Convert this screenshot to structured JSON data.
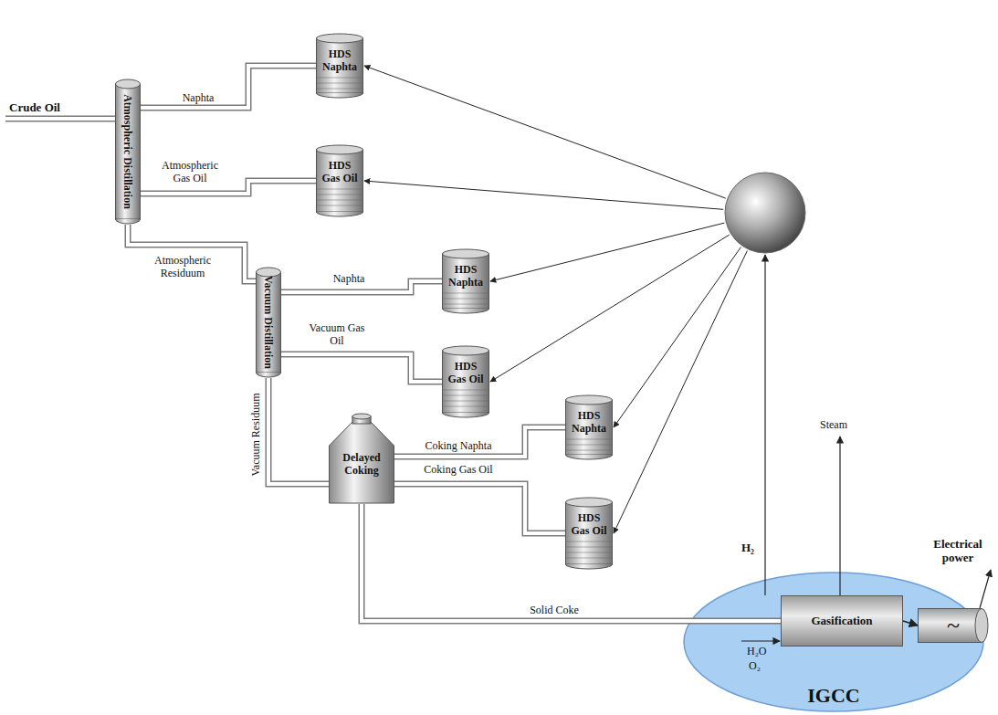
{
  "diagram": {
    "nodes": [
      {
        "text": [
          "Atmospheric Distillation"
        ]
      },
      {
        "text": [
          "HDS Naphta"
        ]
      },
      {
        "text": [
          "HDS Gas Oil"
        ]
      },
      {
        "text": [
          "Vacuum Distillation"
        ]
      },
      {
        "text": [
          "HDS Naphta"
        ]
      },
      {
        "text": [
          "HDS Gas Oil"
        ]
      },
      {
        "text": [
          "Delayed Coking"
        ]
      },
      {
        "text": [
          "HDS Naphta"
        ]
      },
      {
        "text": [
          "HDS Gas Oil"
        ]
      },
      {
        "text": [
          "IGCC"
        ]
      },
      {
        "text": [
          "Gasification"
        ],
        "in": 9
      },
      {
        "text": [
          "~"
        ],
        "in": 9
      }
    ],
    "edges": [
      {
        "from": 0,
        "to": 1,
        "label": "Naphta",
        "arrow": "none"
      },
      {
        "from": 0,
        "to": 2,
        "label": "Atmospheric Gas Oil",
        "arrow": "none"
      },
      {
        "from": 0,
        "to": 3,
        "label": "Atmospheric Residuum",
        "arrow": "none"
      },
      {
        "from": 3,
        "to": 4,
        "label": "Naphta",
        "arrow": "none"
      },
      {
        "from": 3,
        "to": 5,
        "label": "Vacuum Gas Oil",
        "arrow": "none"
      },
      {
        "from": 3,
        "to": 6,
        "label": "Vacuum Residuum",
        "arrow": "none"
      },
      {
        "from": 6,
        "to": 7,
        "label": "Coking Naphta",
        "arrow": "none"
      },
      {
        "from": 6,
        "to": 8,
        "label": "Coking Gas Oil",
        "arrow": "none"
      },
      {
        "from": 6,
        "to": 10,
        "label": "Solid Coke",
        "arrow": "none"
      },
      {
        "from": 10,
        "to": 11,
        "arrow": "to"
      }
    ],
    "labels": [
      "Crude Oil",
      "H₂",
      "Steam",
      "Electrical power",
      "H₂O",
      "O₂"
    ]
  }
}
